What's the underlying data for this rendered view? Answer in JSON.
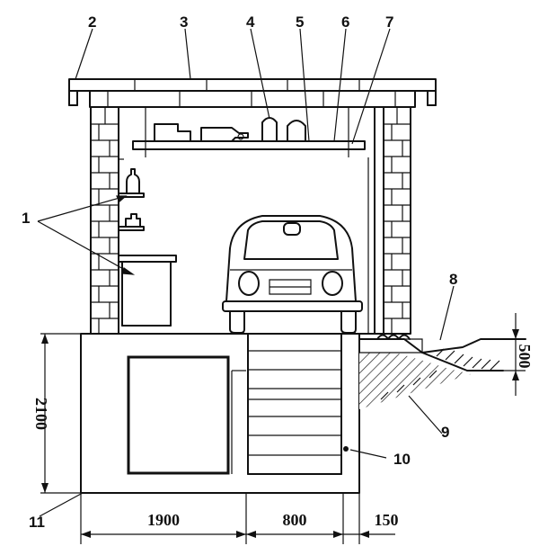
{
  "callouts": [
    "1",
    "2",
    "3",
    "4",
    "5",
    "6",
    "7",
    "8",
    "9",
    "10",
    "11"
  ],
  "dimensions": {
    "pit_depth": "2100",
    "ground_depth": "500",
    "width_cellar": "1900",
    "width_pit": "800",
    "width_wall": "150"
  },
  "colors": {
    "ink": "#111111",
    "paper": "#ffffff"
  }
}
